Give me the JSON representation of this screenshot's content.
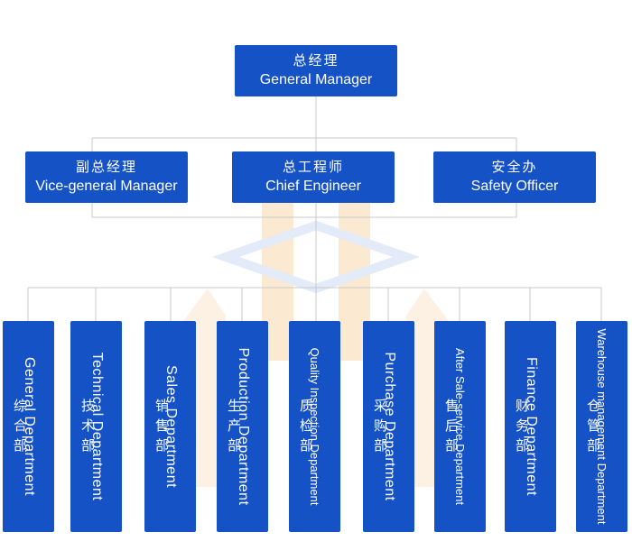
{
  "top": {
    "zh": "总经理",
    "en": "General Manager"
  },
  "middle": [
    {
      "zh": "副总经理",
      "en": "Vice-general Manager"
    },
    {
      "zh": "总工程师",
      "en": "Chief Engineer"
    },
    {
      "zh": "安全办",
      "en": "Safety Officer"
    }
  ],
  "departments": [
    {
      "zh": "综合部",
      "en": "General  Department"
    },
    {
      "zh": "技术部",
      "en": "Technical  Department"
    },
    {
      "zh": "销售部",
      "en": "Sales  Department"
    },
    {
      "zh": "生产部",
      "en": "Production  Department"
    },
    {
      "zh": "质检部",
      "en": "Quality Inspection Department"
    },
    {
      "zh": "采购部",
      "en": "Purchase  Department"
    },
    {
      "zh": "售后部",
      "en": "After Sale-service Department"
    },
    {
      "zh": "财务部",
      "en": "Finance  Department"
    },
    {
      "zh": "仓管部",
      "en": "Warehouse management Department"
    }
  ],
  "colors": {
    "box": "#1552c6",
    "line": "#c9c9c9",
    "watermark_blue": "#e3eaf8",
    "watermark_orange": "#fbe9d2"
  }
}
